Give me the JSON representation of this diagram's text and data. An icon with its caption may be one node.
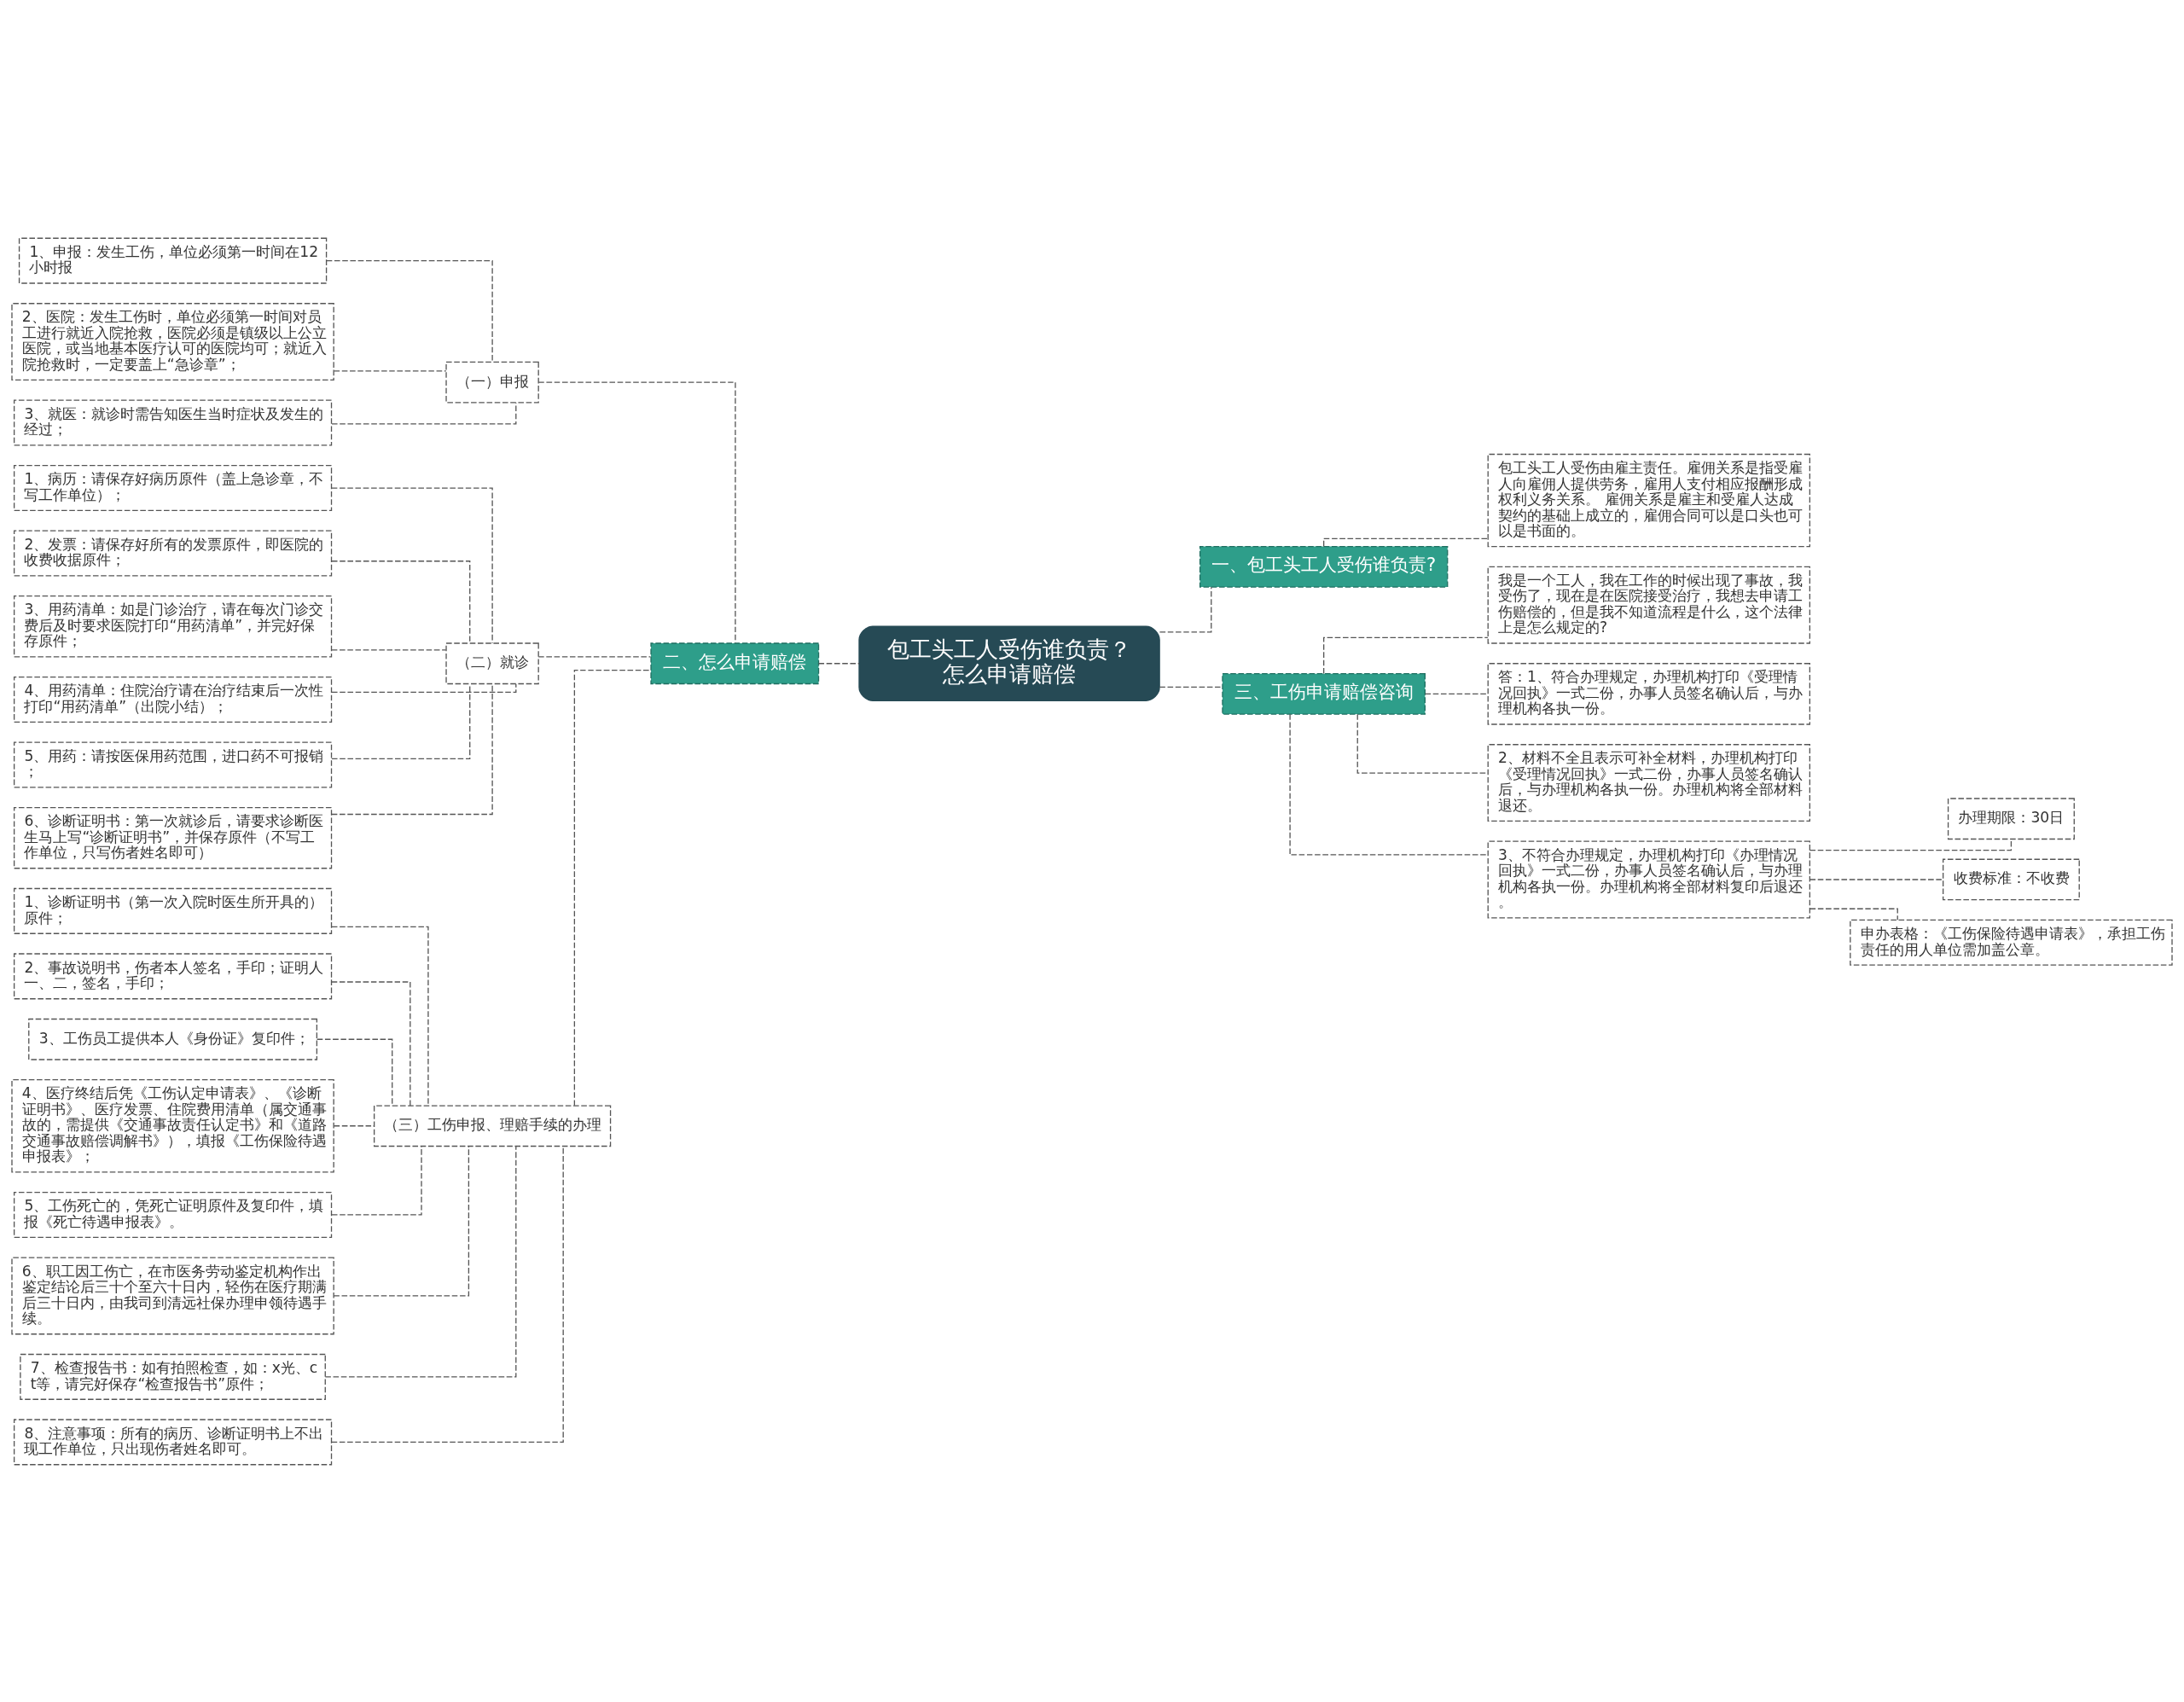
{
  "diagram": {
    "nodes": [
      {
        "text": [
          "包工头工人受伤谁负责？怎么申请赔偿"
        ]
      },
      {
        "text": [
          "二、怎么申请赔偿"
        ]
      },
      {
        "text": [
          "（一）申报"
        ]
      },
      {
        "text": [
          "1、申报：发生工伤，单位必须第一时间在12小时报"
        ]
      },
      {
        "text": [
          "2、医院：发生工伤时，单位必须第一时间对员工进行就近入院抢救，医院必须是镇级以上公立医院，或当地基本医疗认可的医院均可；就近入院抢救时，一定要盖上“急诊章”；"
        ]
      },
      {
        "text": [
          "3、就医：就诊时需告知医生当时症状及发生的经过；"
        ]
      },
      {
        "text": [
          "（二）就诊"
        ]
      },
      {
        "text": [
          "1、病历：请保存好病历原件（盖上急诊章，不写工作单位）；"
        ]
      },
      {
        "text": [
          "2、发票：请保存好所有的发票原件，即医院的收费收据原件；"
        ]
      },
      {
        "text": [
          "3、用药清单：如是门诊治疗，请在每次门诊交费后及时要求医院打印“用药清单”，并完好保存原件；"
        ]
      },
      {
        "text": [
          "4、用药清单：住院治疗请在治疗结束后一次性打印“用药清单”（出院小结）；"
        ]
      },
      {
        "text": [
          "5、用药：请按医保用药范围，进口药不可报销；"
        ]
      },
      {
        "text": [
          "6、诊断证明书：第一次就诊后，请要求诊断医生马上写“诊断证明书”，并保存原件（不写工作单位，只写伤者姓名即可）"
        ]
      },
      {
        "text": [
          "（三）工伤申报、理赔手续的办理"
        ]
      },
      {
        "text": [
          "1、诊断证明书（第一次入院时医生所开具的）原件；"
        ]
      },
      {
        "text": [
          "2、事故说明书，伤者本人签名，手印；证明人一、二，签名，手印；"
        ]
      },
      {
        "text": [
          "3、工伤员工提供本人《身份证》复印件；"
        ]
      },
      {
        "text": [
          "4、医疗终结后凭《工伤认定申请表》、《诊断证明书》、医疗发票、住院费用清单（属交通事故的，需提供《交通事故责任认定书》和《道路交通事故赔偿调解书》），填报《工伤保险待遇申报表》；"
        ]
      },
      {
        "text": [
          "5、工伤死亡的，凭死亡证明原件及复印件，填报《死亡待遇申报表》。"
        ]
      },
      {
        "text": [
          "6、职工因工伤亡，在市医务劳动鉴定机构作出鉴定结论后三十个至六十日内，轻伤在医疗期满后三十日内，由我司到清远社保办理申领待遇手续。"
        ]
      },
      {
        "text": [
          "7、检查报告书：如有拍照检查，如：x光、ct等，请完好保存“检查报告书”原件；"
        ]
      },
      {
        "text": [
          "8、注意事项：所有的病历、诊断证明书上不出现工作单位，只出现伤者姓名即可。"
        ]
      },
      {
        "text": [
          "一、包工头工人受伤谁负责?"
        ]
      },
      {
        "text": [
          "包工头工人受伤由雇主责任。雇佣关系是指受雇人向雇佣人提供劳务，雇用人支付相应报酬形成权利义务关系。 雇佣关系是雇主和受雇人达成契约的基础上成立的，雇佣合同可以是口头也可以是书面的。"
        ]
      },
      {
        "text": [
          "三、工伤申请赔偿咨询"
        ]
      },
      {
        "text": [
          "我是一个工人，我在工作的时候出现了事故，我受伤了，现在是在医院接受治疗，我想去申请工伤赔偿的，但是我不知道流程是什么，这个法律上是怎么规定的?"
        ]
      },
      {
        "text": [
          "答：1、符合办理规定，办理机构打印《受理情况回执》一式二份，办事人员签名确认后，与办理机构各执一份。"
        ]
      },
      {
        "text": [
          "2、材料不全且表示可补全材料，办理机构打印《受理情况回执》一式二份，办事人员签名确认后，与办理机构各执一份。办理机构将全部材料退还。"
        ]
      },
      {
        "text": [
          "3、不符合办理规定，办理机构打印《办理情况回执》一式二份，办事人员签名确认后，与办理机构各执一份。办理机构将全部材料复印后退还。"
        ]
      },
      {
        "text": [
          "办理期限：30日"
        ]
      },
      {
        "text": [
          "收费标准：不收费"
        ]
      },
      {
        "text": [
          "申办表格：《工伤保险待遇申请表》，承担工伤责任的用人单位需加盖公章。"
        ]
      }
    ],
    "edges": [
      {
        "from": 0,
        "to": 1,
        "arrow": "none",
        "style": "dashed"
      },
      {
        "from": 1,
        "to": 2,
        "arrow": "none",
        "style": "dashed"
      },
      {
        "from": 2,
        "to": 3,
        "arrow": "none",
        "style": "dashed"
      },
      {
        "from": 2,
        "to": 4,
        "arrow": "none",
        "style": "dashed"
      },
      {
        "from": 2,
        "to": 5,
        "arrow": "none",
        "style": "dashed"
      },
      {
        "from": 1,
        "to": 6,
        "arrow": "none",
        "style": "dashed"
      },
      {
        "from": 6,
        "to": 7,
        "arrow": "none",
        "style": "dashed"
      },
      {
        "from": 6,
        "to": 8,
        "arrow": "none",
        "style": "dashed"
      },
      {
        "from": 6,
        "to": 9,
        "arrow": "none",
        "style": "dashed"
      },
      {
        "from": 6,
        "to": 10,
        "arrow": "none",
        "style": "dashed"
      },
      {
        "from": 6,
        "to": 11,
        "arrow": "none",
        "style": "dashed"
      },
      {
        "from": 6,
        "to": 12,
        "arrow": "none",
        "style": "dashed"
      },
      {
        "from": 1,
        "to": 13,
        "arrow": "none",
        "style": "dashed"
      },
      {
        "from": 13,
        "to": 14,
        "arrow": "none",
        "style": "dashed"
      },
      {
        "from": 13,
        "to": 15,
        "arrow": "none",
        "style": "dashed"
      },
      {
        "from": 13,
        "to": 16,
        "arrow": "none",
        "style": "dashed"
      },
      {
        "from": 13,
        "to": 17,
        "arrow": "none",
        "style": "dashed"
      },
      {
        "from": 13,
        "to": 18,
        "arrow": "none",
        "style": "dashed"
      },
      {
        "from": 13,
        "to": 19,
        "arrow": "none",
        "style": "dashed"
      },
      {
        "from": 13,
        "to": 20,
        "arrow": "none",
        "style": "dashed"
      },
      {
        "from": 13,
        "to": 21,
        "arrow": "none",
        "style": "dashed"
      },
      {
        "from": 0,
        "to": 22,
        "arrow": "none",
        "style": "dashed"
      },
      {
        "from": 22,
        "to": 23,
        "arrow": "none",
        "style": "dashed"
      },
      {
        "from": 0,
        "to": 24,
        "arrow": "none",
        "style": "dashed"
      },
      {
        "from": 24,
        "to": 25,
        "arrow": "none",
        "style": "dashed"
      },
      {
        "from": 24,
        "to": 26,
        "arrow": "none",
        "style": "dashed"
      },
      {
        "from": 24,
        "to": 27,
        "arrow": "none",
        "style": "dashed"
      },
      {
        "from": 24,
        "to": 28,
        "arrow": "none",
        "style": "dashed"
      },
      {
        "from": 28,
        "to": 29,
        "arrow": "none",
        "style": "dashed"
      },
      {
        "from": 28,
        "to": 30,
        "arrow": "none",
        "style": "dashed"
      },
      {
        "from": 28,
        "to": 31,
        "arrow": "none",
        "style": "dashed"
      }
    ]
  }
}
